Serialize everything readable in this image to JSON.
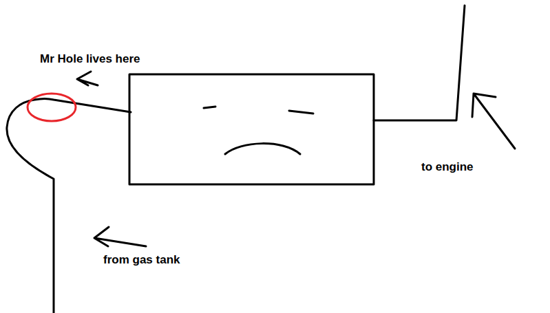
{
  "diagram": {
    "labels": [
      "Mr Hole lives here",
      "from gas tank",
      "to engine"
    ]
  }
}
